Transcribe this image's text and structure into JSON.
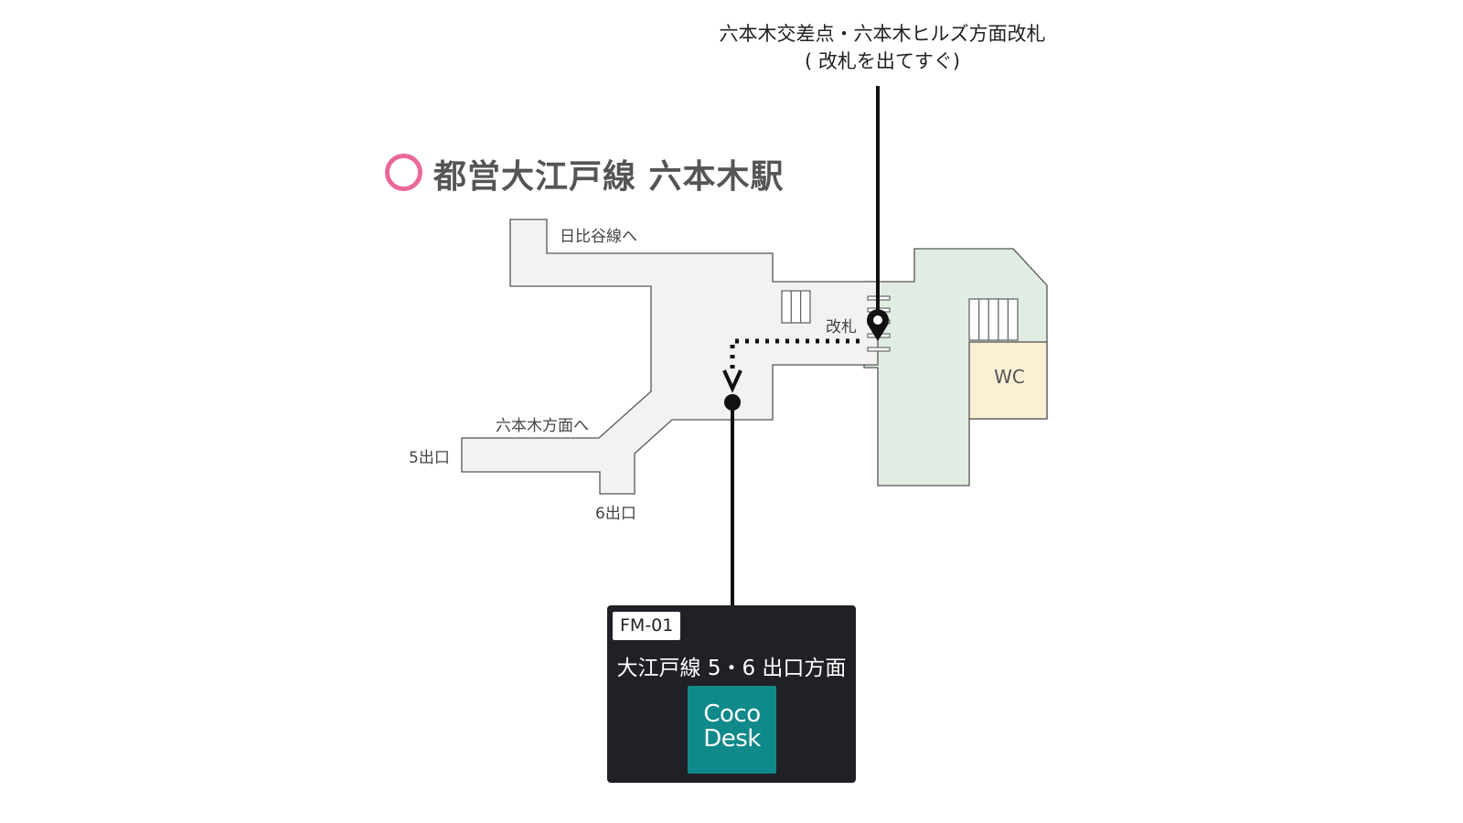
{
  "station": {
    "line_color": "#e8689a",
    "title": "都営大江戸線 六本木駅"
  },
  "entrance": {
    "line1": "六本木交差点・六本木ヒルズ方面改札",
    "line2": "( 改札を出てすぐ)"
  },
  "map_labels": {
    "hibiya": "日比谷線へ",
    "roppongi": "六本木方面へ",
    "exit5": "5出口",
    "exit6": "6出口",
    "gate": "改札",
    "wc": "WC"
  },
  "colors": {
    "concourse": "#f4f2f0",
    "paid_area": "#e1ede2",
    "wc": "#fcf0d4",
    "info_box": "#1f2126",
    "brand": "#10898a"
  },
  "booth": {
    "id": "FM-01",
    "name": "大江戸線 5・6 出口方面",
    "brand_line1": "Coco",
    "brand_line2": "Desk"
  }
}
